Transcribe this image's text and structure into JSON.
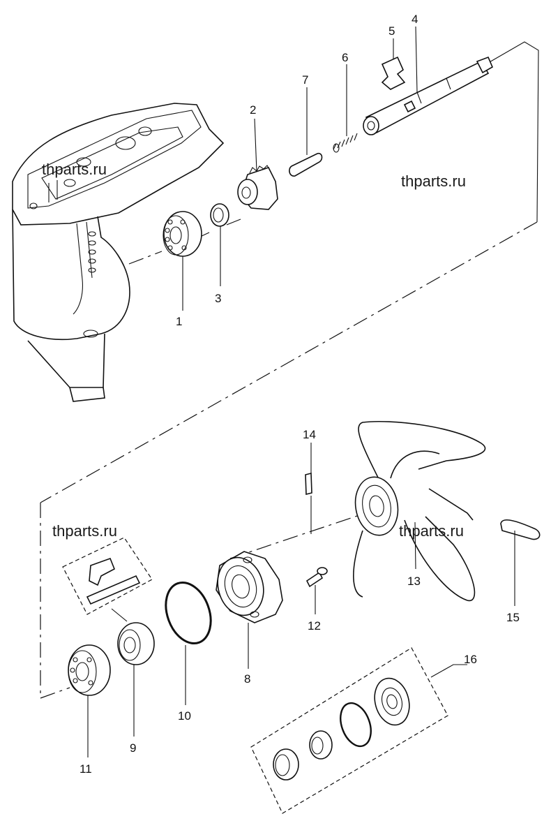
{
  "watermark": "thparts.ru",
  "callouts": [
    {
      "id": "c1",
      "text": "1"
    },
    {
      "id": "c2",
      "text": "2"
    },
    {
      "id": "c3",
      "text": "3"
    },
    {
      "id": "c4",
      "text": "4"
    },
    {
      "id": "c5",
      "text": "5"
    },
    {
      "id": "c6",
      "text": "6"
    },
    {
      "id": "c7",
      "text": "7"
    },
    {
      "id": "c8",
      "text": "8"
    },
    {
      "id": "c9",
      "text": "9"
    },
    {
      "id": "c10",
      "text": "10"
    },
    {
      "id": "c11",
      "text": "11"
    },
    {
      "id": "c12",
      "text": "12"
    },
    {
      "id": "c13",
      "text": "13"
    },
    {
      "id": "c14",
      "text": "14"
    },
    {
      "id": "c15",
      "text": "15"
    },
    {
      "id": "c16",
      "text": "16"
    }
  ],
  "colors": {
    "line": "#111111",
    "background": "#ffffff"
  }
}
